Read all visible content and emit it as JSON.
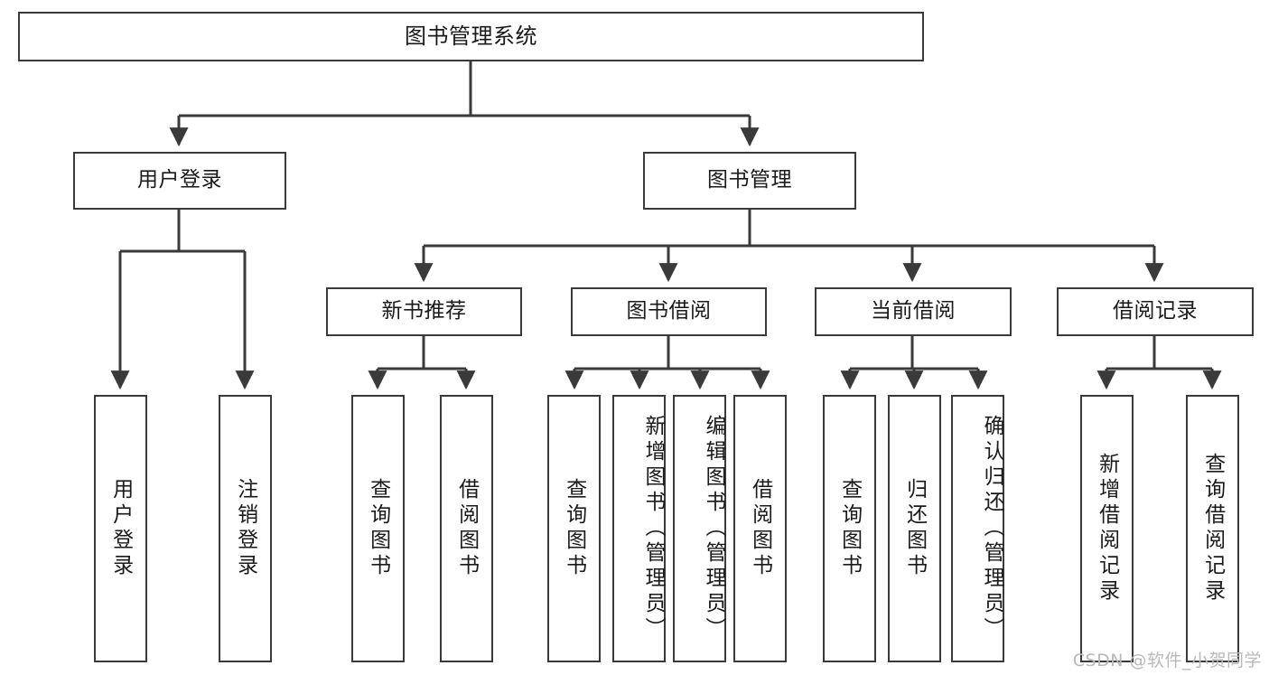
{
  "diagram": {
    "title": "图书管理系统",
    "type": "tree",
    "root": {
      "id": "root",
      "label": "图书管理系统"
    },
    "level2": [
      {
        "id": "user-login",
        "label": "用户登录"
      },
      {
        "id": "book-manage",
        "label": "图书管理"
      }
    ],
    "level3": [
      {
        "id": "new-book-rec",
        "label": "新书推荐",
        "parent": "book-manage"
      },
      {
        "id": "book-borrow",
        "label": "图书借阅",
        "parent": "book-manage"
      },
      {
        "id": "current-borrow",
        "label": "当前借阅",
        "parent": "book-manage"
      },
      {
        "id": "borrow-record",
        "label": "借阅记录",
        "parent": "book-manage"
      }
    ],
    "leaves": {
      "user_login": [
        {
          "id": "leaf-user-login",
          "label": "用户登录"
        },
        {
          "id": "leaf-user-logout",
          "label": "注销登录"
        }
      ],
      "new_book_rec": [
        {
          "id": "leaf-query-book-1",
          "label": "查询图书"
        },
        {
          "id": "leaf-borrow-book-1",
          "label": "借阅图书"
        }
      ],
      "book_borrow": [
        {
          "id": "leaf-query-book-2",
          "label": "查询图书"
        },
        {
          "id": "leaf-add-book",
          "label": "新增图书（管理员）"
        },
        {
          "id": "leaf-edit-book",
          "label": "编辑图书（管理员）"
        },
        {
          "id": "leaf-borrow-book-2",
          "label": "借阅图书"
        }
      ],
      "current_borrow": [
        {
          "id": "leaf-query-book-3",
          "label": "查询图书"
        },
        {
          "id": "leaf-return-book",
          "label": "归还图书"
        },
        {
          "id": "leaf-confirm-return",
          "label": "确认归还（管理员）"
        }
      ],
      "borrow_record": [
        {
          "id": "leaf-add-record",
          "label": "新增借阅记录"
        },
        {
          "id": "leaf-query-record",
          "label": "查询借阅记录"
        }
      ]
    }
  },
  "watermark": {
    "text": "CSDN @软件_小贺同学"
  },
  "colors": {
    "stroke": "#3a3a3a",
    "fill": "#ffffff",
    "text": "#1a1a1a",
    "watermark": "#b9b9b9"
  }
}
